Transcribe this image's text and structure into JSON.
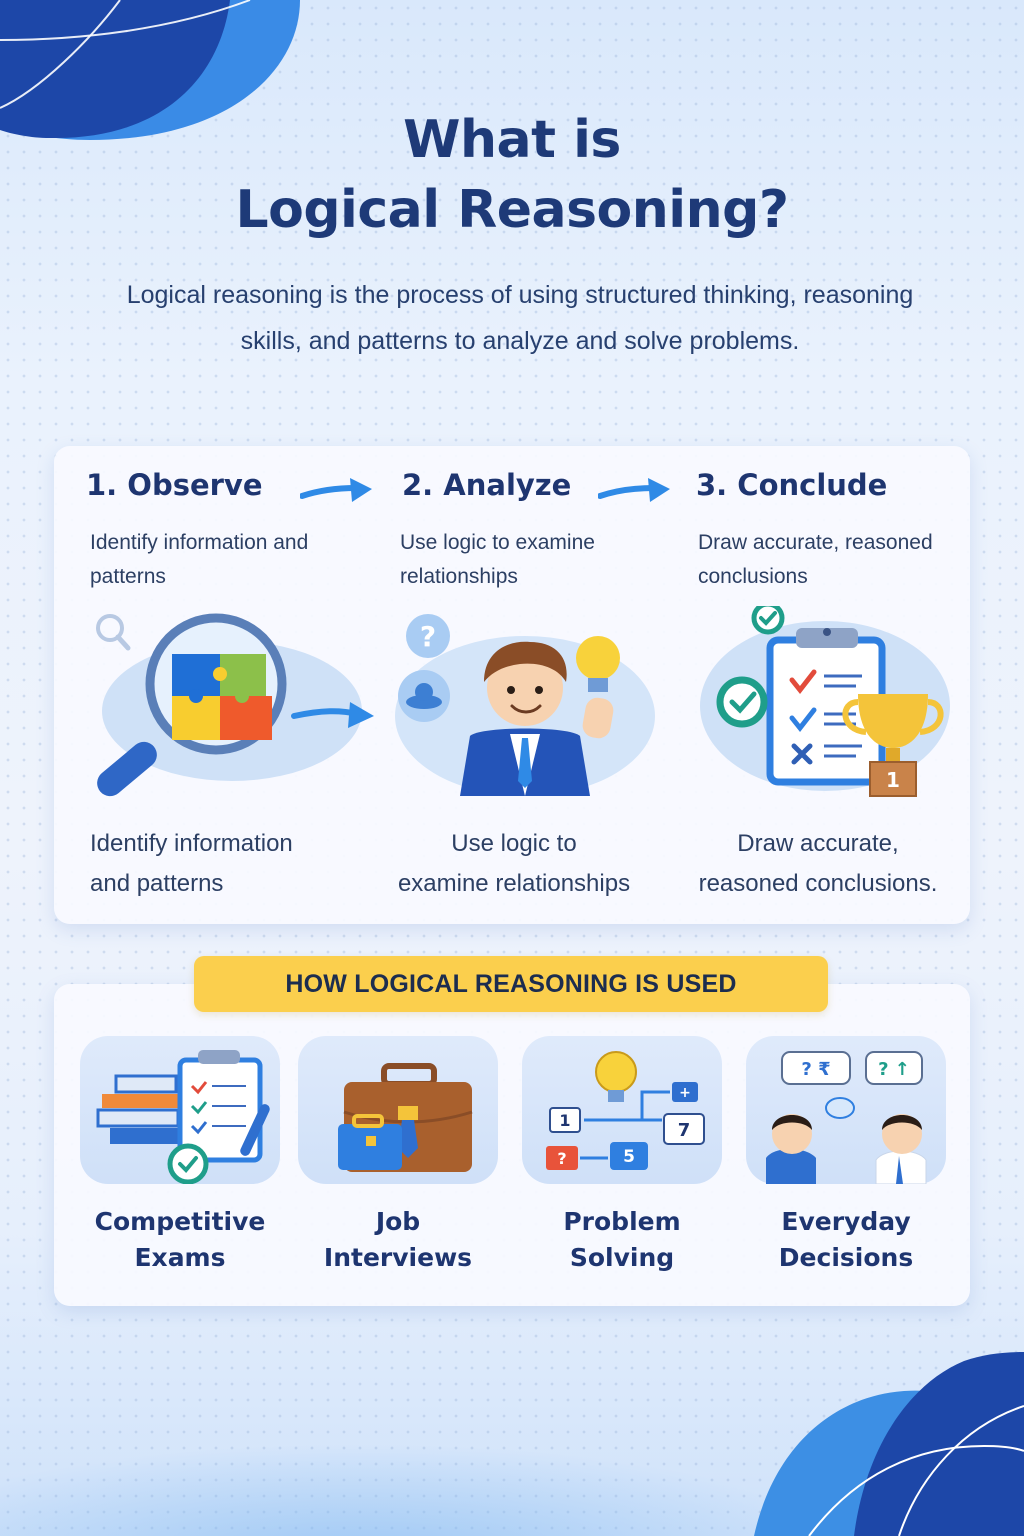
{
  "header": {
    "title_line1": "What is",
    "title_line2": "Logical Reasoning?",
    "description": "Logical reasoning is the process of using structured thinking, reasoning skills, and patterns to analyze and solve problems."
  },
  "steps": [
    {
      "heading": "1. Observe",
      "description": "Identify information and patterns",
      "caption_line1": "Identify information",
      "caption_line2": "and patterns",
      "illustration": "magnifying-glass-puzzle"
    },
    {
      "heading": "2. Analyze",
      "description": "Use logic to examine relationships",
      "caption_line1": "Use logic to",
      "caption_line2": "examine relationships",
      "illustration": "businessman-lightbulb"
    },
    {
      "heading": "3. Conclude",
      "description": "Draw accurate, reasoned conclusions",
      "caption_line1": "Draw accurate,",
      "caption_line2": "reasoned conclusions.",
      "illustration": "checklist-trophy",
      "trophy_label": "1"
    }
  ],
  "uses": {
    "banner": "HOW LOGICAL REASONING IS USED",
    "items": [
      {
        "line1": "Competitive",
        "line2": "Exams",
        "icon": "books-clipboard"
      },
      {
        "line1": "Job",
        "line2": "Interviews",
        "icon": "briefcase"
      },
      {
        "line1": "Problem",
        "line2": "Solving",
        "icon": "lightbulb-flowchart",
        "nodes": [
          "1",
          "?",
          "5",
          "7",
          "+"
        ]
      },
      {
        "line1": "Everyday",
        "line2": "Decisions",
        "icon": "two-people-talking",
        "bubbles": [
          "? ₹",
          "? ↑"
        ]
      }
    ]
  },
  "colors": {
    "title": "#1e3a78",
    "banner": "#fbcf4d",
    "accent_blue": "#2f7fe0",
    "dark_blue": "#1d47a8",
    "check_green": "#1f9e8a"
  }
}
